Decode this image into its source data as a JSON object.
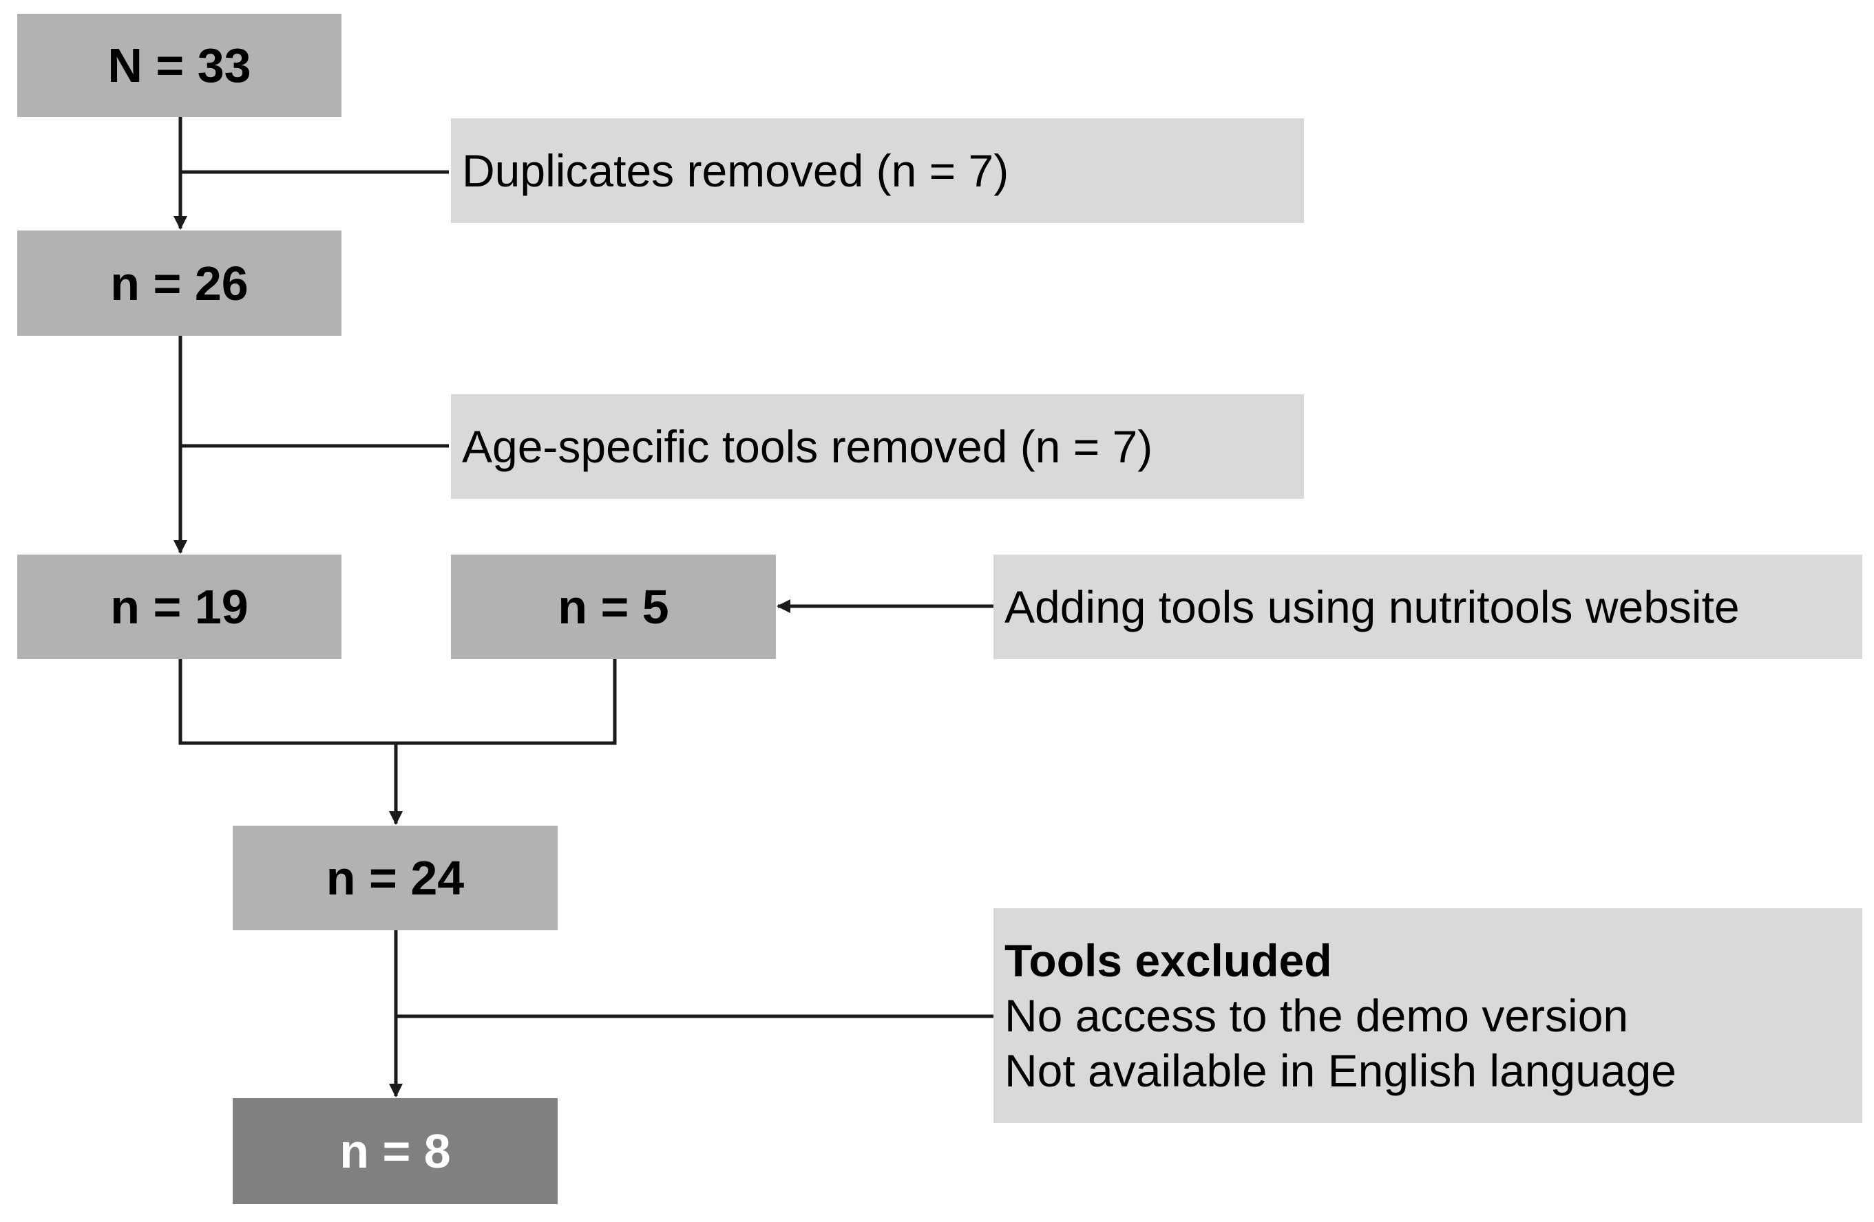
{
  "nodes": {
    "start": "N = 33",
    "after_duplicates": "n = 26",
    "after_age": "n = 19",
    "added": "n = 5",
    "combined": "n = 24",
    "final": "n = 8"
  },
  "notes": {
    "duplicates": "Duplicates removed (n = 7)",
    "age_specific": "Age-specific tools removed (n = 7)",
    "adding": "Adding tools using nutritools website",
    "excluded_title": "Tools excluded",
    "excluded_reason_1": "No access to the demo version",
    "excluded_reason_2": "Not available in English language"
  },
  "colors": {
    "count_box": "#b2b2b2",
    "note_box": "#d9d9d9",
    "final_box": "#808080",
    "lines": "#1a1a1a"
  }
}
